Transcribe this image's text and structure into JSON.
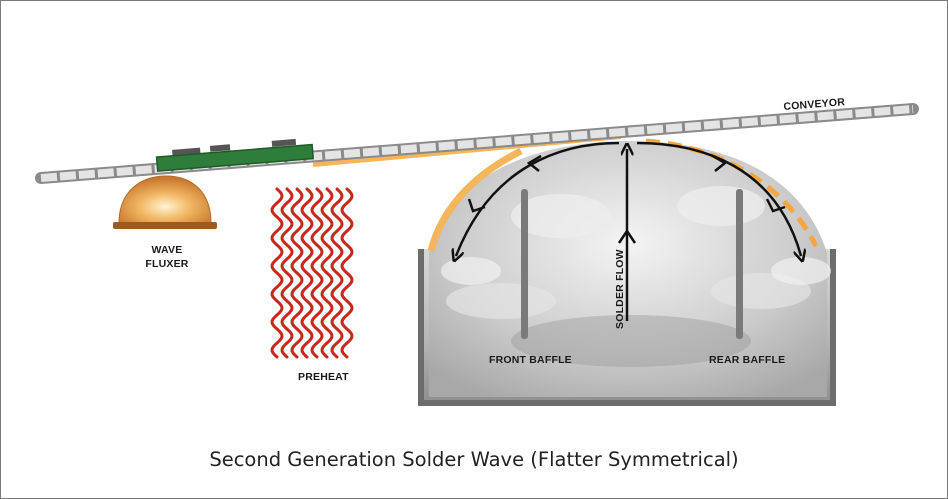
{
  "labels": {
    "conveyor": "CONVEYOR",
    "wave_fluxer_line1": "WAVE",
    "wave_fluxer_line2": "FLUXER",
    "preheat": "PREHEAT",
    "solder_flow": "SOLDER FLOW",
    "front_baffle": "FRONT BAFFLE",
    "rear_baffle": "REAR BAFFLE"
  },
  "caption": "Second Generation Solder Wave (Flatter Symmetrical)",
  "colors": {
    "pcb": "#2f7d3a",
    "solder_layer": "#f5b55a",
    "preheat_waves": "#c8281c",
    "fluxer_dome": "#e9a24a",
    "fluxer_base": "#9a5a22",
    "tank": "#7c7c7c",
    "flow_arrows": "#111111"
  },
  "icons": [
    "conveyor-chain",
    "flux-dome",
    "heat-waves-icon",
    "flow-arrow-icon"
  ]
}
